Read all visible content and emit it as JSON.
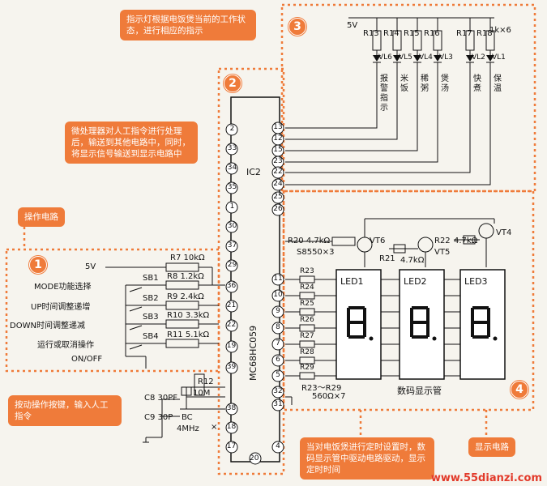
{
  "callouts": {
    "c1": "指示灯根据电饭煲当前的工作状态，进行相应的指示",
    "c2": "微处理器对人工指令进行处理后，输送到其他电路中，同时，将显示信号输送到显示电路中",
    "c3": "操作电路",
    "c4": "按动操作按键，输入人工指令",
    "c5": "当对电饭煲进行定时设置时，数码显示管中驱动电路驱动，显示定时时间",
    "c6": "显示电路"
  },
  "badges": [
    "1",
    "2",
    "3",
    "4"
  ],
  "ic": {
    "name": "IC2",
    "part": "MC68HC059",
    "left_pins": [
      "2",
      "33",
      "34",
      "35",
      "1",
      "30",
      "37",
      "29",
      "36",
      "21",
      "22",
      "19",
      "39",
      "38",
      "18",
      "17"
    ],
    "right_pins": [
      "13",
      "12",
      "15",
      "23",
      "22",
      "24",
      "25",
      "26",
      "11",
      "10",
      "9",
      "8",
      "7",
      "6",
      "5",
      "32",
      "31",
      "4"
    ],
    "bottom_pin": "20"
  },
  "supply": "5V",
  "indicator": {
    "resistors": [
      "R13",
      "R14",
      "R15",
      "R16",
      "R17",
      "R18",
      "1k×6"
    ],
    "leds": [
      "VL6",
      "VL5",
      "VL4",
      "VL3",
      "VL2",
      "VL1"
    ],
    "labels": [
      "报警指示",
      "米饭",
      "稀粥",
      "煲汤",
      "快煮",
      "保温"
    ]
  },
  "operation": {
    "r7": "R7 10kΩ",
    "vcc": "5V",
    "buttons": [
      {
        "label": "MODE功能选择",
        "sb": "SB1",
        "r": "R8 1.2kΩ"
      },
      {
        "label": "UP时间调整递增",
        "sb": "SB2",
        "r": "R9 2.4kΩ"
      },
      {
        "label": "DOWN时间调整递减",
        "sb": "SB3",
        "r": "R10 3.3kΩ"
      },
      {
        "label": "运行或取消操作",
        "sb": "SB4",
        "r": "R11 5.1kΩ"
      }
    ],
    "onoff": "ON/OFF"
  },
  "osc": {
    "c8": "C8 30PF",
    "c9": "C9 30P",
    "bc": "BC",
    "freq": "4MHz",
    "r12": "R12",
    "r12v": "10M"
  },
  "display": {
    "r20": "R20 4.7kΩ",
    "s8550": "S8550×3",
    "vt6": "VT6",
    "r21": "R21",
    "r21v": "4.7kΩ",
    "r22": "R22",
    "vt5": "VT5",
    "r4k7": "4.7kΩ",
    "vt4": "VT4",
    "seg_res": [
      "R23",
      "R24",
      "R25",
      "R26",
      "R27",
      "R28",
      "R29"
    ],
    "leds": [
      "LED1",
      "LED2",
      "LED3"
    ],
    "res_note1": "R23～R29",
    "res_note2": "560Ω×7",
    "caption": "数码显示管"
  },
  "watermark": "www.55dianzi.com"
}
